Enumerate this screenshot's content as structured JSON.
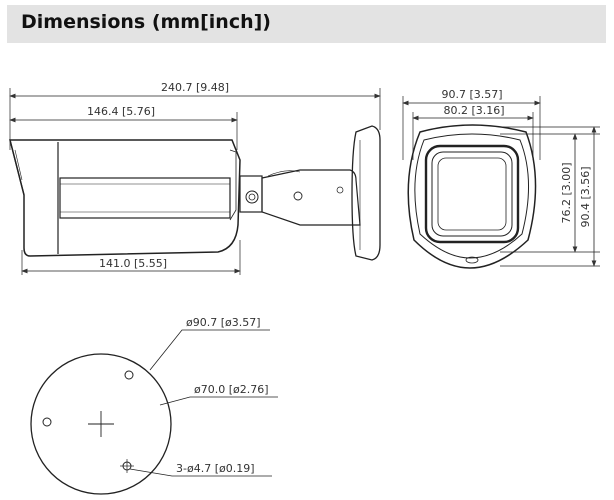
{
  "header": {
    "title": "Dimensions (mm[inch])"
  },
  "side_view": {
    "total_length": "240.7 [9.48]",
    "body_length": "146.4 [5.76]",
    "base_length": "141.0 [5.55]"
  },
  "front_view": {
    "outer_width": "90.7 [3.57]",
    "inner_width": "80.2 [3.16]",
    "inner_height": "76.2 [3.00]",
    "outer_height": "90.4 [3.56]"
  },
  "mount_view": {
    "outer_diameter": "ø90.7 [ø3.57]",
    "hole_circle": "ø70.0 [ø2.76]",
    "holes": "3-ø4.7 [ø0.19]"
  }
}
